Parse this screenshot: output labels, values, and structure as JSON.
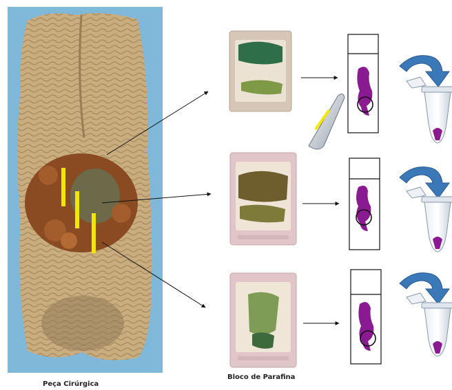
{
  "captions": {
    "specimen": "Peça Cirúrgica",
    "block": "Bloco de Parafina"
  },
  "colors": {
    "background_blue": "#7fb8d8",
    "tissue": "#c9ad7f",
    "tumor": "#8a4a22",
    "marker_yellow": "#f2e600",
    "stain_purple": "#8a1a8f",
    "arrow_blue": "#3a78b8"
  },
  "sample_rows": [
    "row-1",
    "row-2",
    "row-3"
  ],
  "icons": [
    "scalpel-icon",
    "microtube-icon",
    "curved-arrow-icon",
    "slide-icon",
    "paraffin-block-icon"
  ]
}
